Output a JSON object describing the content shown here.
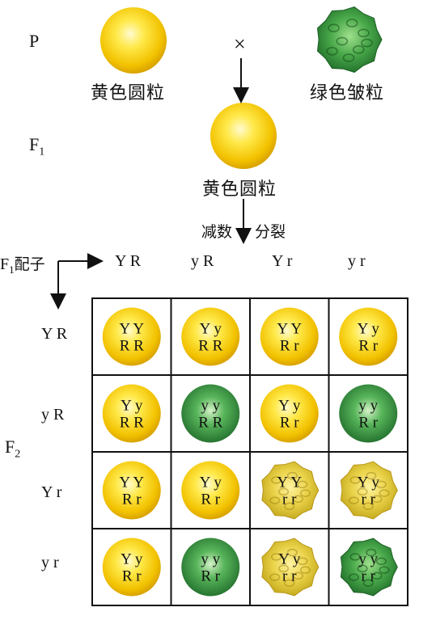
{
  "generations": {
    "p": "P",
    "f1": "F",
    "f1_sub": "1",
    "f2": "F",
    "f2_sub": "2"
  },
  "parents": {
    "left": {
      "label": "黄色圆粒",
      "color": "yellow",
      "texture": "smooth"
    },
    "right": {
      "label": "绿色皱粒",
      "color": "green",
      "texture": "wrinkled"
    },
    "cross_symbol": "×"
  },
  "f1": {
    "label": "黄色圆粒",
    "color": "yellow",
    "texture": "smooth"
  },
  "meiosis": {
    "left": "减数",
    "right": "分裂"
  },
  "gametes": {
    "label_prefix": "F",
    "label_sub": "1",
    "label_suffix": "配子",
    "columns": [
      "Y R",
      "y R",
      "Y r",
      "y r"
    ],
    "rows": [
      "Y R",
      "y R",
      "Y r",
      "y r"
    ]
  },
  "punnett": {
    "cells": [
      [
        {
          "top": "Y Y",
          "bottom": "R R",
          "color": "yellow",
          "texture": "smooth"
        },
        {
          "top": "Y y",
          "bottom": "R R",
          "color": "yellow",
          "texture": "smooth"
        },
        {
          "top": "Y Y",
          "bottom": "R r",
          "color": "yellow",
          "texture": "smooth"
        },
        {
          "top": "Y y",
          "bottom": "R r",
          "color": "yellow",
          "texture": "smooth"
        }
      ],
      [
        {
          "top": "Y y",
          "bottom": "R R",
          "color": "yellow",
          "texture": "smooth"
        },
        {
          "top": "y y",
          "bottom": "R R",
          "color": "green",
          "texture": "smooth"
        },
        {
          "top": "Y y",
          "bottom": "R r",
          "color": "yellow",
          "texture": "smooth"
        },
        {
          "top": "y y",
          "bottom": "R r",
          "color": "green",
          "texture": "smooth"
        }
      ],
      [
        {
          "top": "Y Y",
          "bottom": "R r",
          "color": "yellow",
          "texture": "smooth"
        },
        {
          "top": "Y y",
          "bottom": "R r",
          "color": "yellow",
          "texture": "smooth"
        },
        {
          "top": "Y Y",
          "bottom": "r r",
          "color": "yellow",
          "texture": "wrinkled"
        },
        {
          "top": "Y y",
          "bottom": "r r",
          "color": "yellow",
          "texture": "wrinkled"
        }
      ],
      [
        {
          "top": "Y y",
          "bottom": "R r",
          "color": "yellow",
          "texture": "smooth"
        },
        {
          "top": "y y",
          "bottom": "R r",
          "color": "green",
          "texture": "smooth"
        },
        {
          "top": "Y y",
          "bottom": "r r",
          "color": "yellow",
          "texture": "wrinkled"
        },
        {
          "top": "y y",
          "bottom": "r r",
          "color": "green",
          "texture": "wrinkled"
        }
      ]
    ]
  },
  "colors": {
    "yellow_light": "#fff7b0",
    "yellow_mid": "#ffd91a",
    "yellow_dark": "#e0a800",
    "green_light": "#b8e6a8",
    "green_mid": "#3fa046",
    "green_dark": "#1f6b2a",
    "grid": "#111111"
  }
}
